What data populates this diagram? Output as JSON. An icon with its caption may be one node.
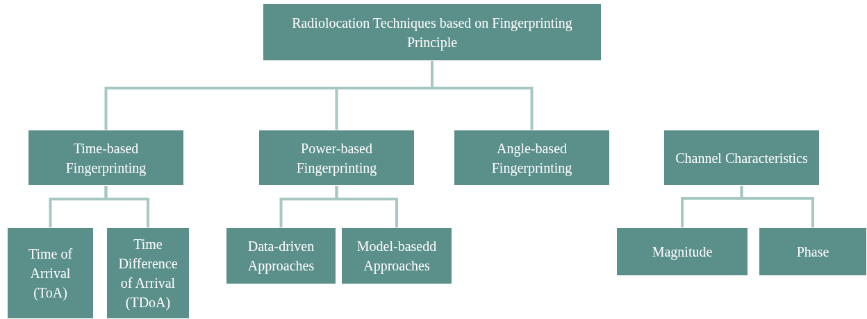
{
  "diagram": {
    "nodes": [
      {
        "text": [
          "Radiolocation Techniques based on Fingerprinting Principle"
        ]
      },
      {
        "text": [
          "Time-based Fingerprinting"
        ]
      },
      {
        "text": [
          "Power-based Fingerprinting"
        ]
      },
      {
        "text": [
          "Angle-based Fingerprinting"
        ]
      },
      {
        "text": [
          "Channel Characteristics"
        ]
      },
      {
        "text": [
          "Time of Arrival (ToA)"
        ]
      },
      {
        "text": [
          "Time Difference of Arrival (TDoA)"
        ]
      },
      {
        "text": [
          "Data-driven Approaches"
        ]
      },
      {
        "text": [
          "Model-basedd Approaches"
        ]
      },
      {
        "text": [
          "Magnitude"
        ]
      },
      {
        "text": [
          "Phase"
        ]
      }
    ],
    "edges": [
      {
        "from": 0,
        "to": 1,
        "arrow": "none"
      },
      {
        "from": 0,
        "to": 2,
        "arrow": "none"
      },
      {
        "from": 0,
        "to": 3,
        "arrow": "none"
      },
      {
        "from": 1,
        "to": 5,
        "arrow": "none"
      },
      {
        "from": 1,
        "to": 6,
        "arrow": "none"
      },
      {
        "from": 2,
        "to": 7,
        "arrow": "none"
      },
      {
        "from": 2,
        "to": 8,
        "arrow": "none"
      },
      {
        "from": 4,
        "to": 9,
        "arrow": "none"
      },
      {
        "from": 4,
        "to": 10,
        "arrow": "none"
      }
    ]
  }
}
